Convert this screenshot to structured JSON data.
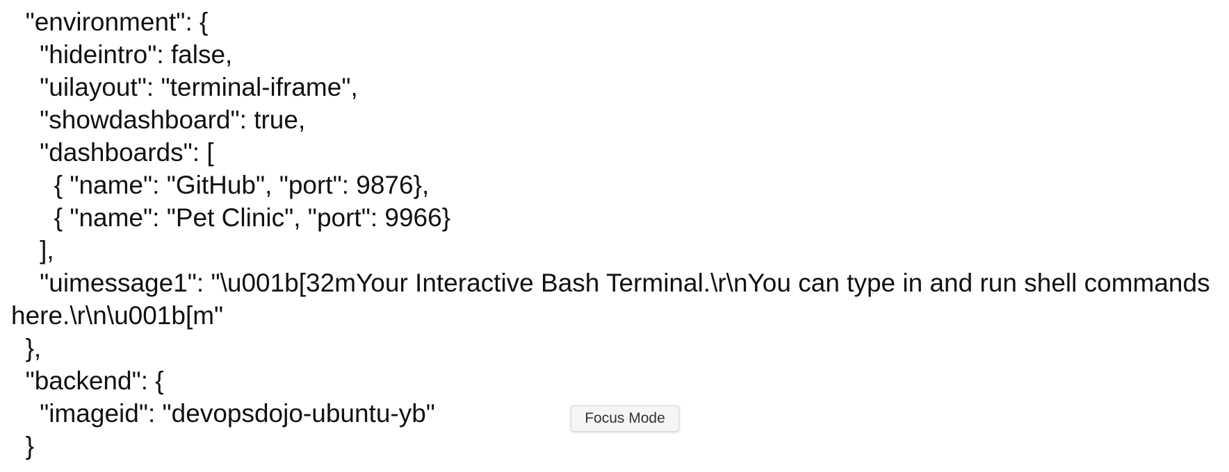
{
  "document": {
    "lines": [
      "  \"environment\": {",
      "    \"hideintro\": false,",
      "    \"uilayout\": \"terminal-iframe\",",
      "    \"showdashboard\": true,",
      "    \"dashboards\": [",
      "      { \"name\": \"GitHub\", \"port\": 9876},",
      "      { \"name\": \"Pet Clinic\", \"port\": 9966}",
      "    ],",
      "    \"uimessage1\": \"\\u001b[32mYour Interactive Bash Terminal.\\r\\nYou can type in and run shell commands here.\\r\\n\\u001b[m\"",
      "  },",
      "  \"backend\": {",
      "    \"imageid\": \"devopsdojo-ubuntu-yb\"",
      "  }"
    ]
  },
  "overlay": {
    "focus_mode_label": "Focus Mode"
  }
}
